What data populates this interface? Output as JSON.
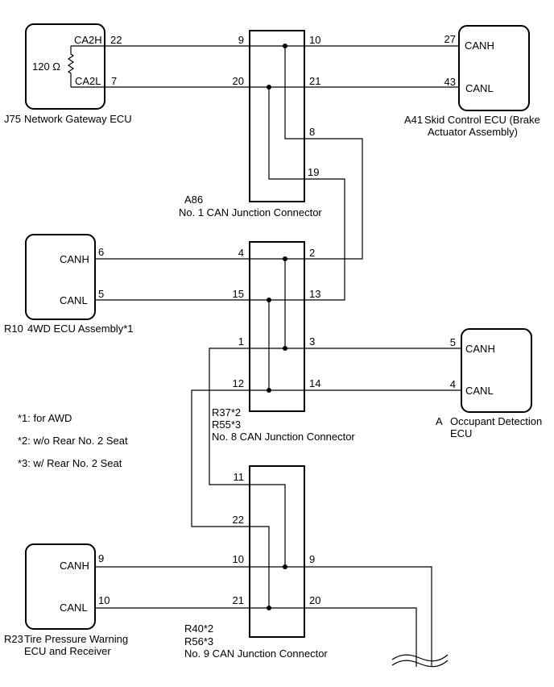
{
  "colors": {
    "ink": "#000000",
    "background": "#ffffff"
  },
  "ecus": {
    "j75": {
      "code": "J75",
      "name_lines": [
        "Network Gateway ECU"
      ],
      "termination_resistor": "120 Ω",
      "can_high": {
        "signal": "CA2H",
        "pin": "22"
      },
      "can_low": {
        "signal": "CA2L",
        "pin": "7"
      }
    },
    "a41": {
      "code": "A41",
      "name_lines": [
        "Skid Control ECU (Brake",
        "Actuator Assembly)"
      ],
      "can_high": {
        "signal": "CANH",
        "pin": "27"
      },
      "can_low": {
        "signal": "CANL",
        "pin": "43"
      }
    },
    "r10": {
      "code": "R10",
      "name_lines": [
        "4WD ECU Assembly*1"
      ],
      "can_high": {
        "signal": "CANH",
        "pin": "6"
      },
      "can_low": {
        "signal": "CANL",
        "pin": "5"
      }
    },
    "occupant": {
      "code": "A",
      "name_lines": [
        "Occupant Detection",
        "ECU"
      ],
      "can_high": {
        "signal": "CANH",
        "pin": "5"
      },
      "can_low": {
        "signal": "CANL",
        "pin": "4"
      }
    },
    "r23": {
      "code": "R23",
      "name_lines": [
        "Tire Pressure Warning",
        "ECU and Receiver"
      ],
      "can_high": {
        "signal": "CANH",
        "pin": "9"
      },
      "can_low": {
        "signal": "CANL",
        "pin": "10"
      }
    }
  },
  "junction_connectors": {
    "no1": {
      "codes": [
        "A86"
      ],
      "name": "No. 1 CAN Junction Connector",
      "left_pins": [
        "9",
        "20"
      ],
      "right_pins": [
        "10",
        "21",
        "8",
        "19"
      ]
    },
    "no8": {
      "codes": [
        "R37*2",
        "R55*3"
      ],
      "name": "No. 8 CAN Junction Connector",
      "left_pins": [
        "4",
        "15",
        "1",
        "12"
      ],
      "right_pins": [
        "2",
        "13",
        "3",
        "14"
      ]
    },
    "no9": {
      "codes": [
        "R40*2",
        "R56*3"
      ],
      "name": "No. 9 CAN Junction Connector",
      "left_pins": [
        "11",
        "22",
        "10",
        "21"
      ],
      "right_pins": [
        "9",
        "20"
      ]
    }
  },
  "notes": [
    "*1: for AWD",
    "*2: w/o Rear No. 2 Seat",
    "*3: w/ Rear No. 2 Seat"
  ]
}
